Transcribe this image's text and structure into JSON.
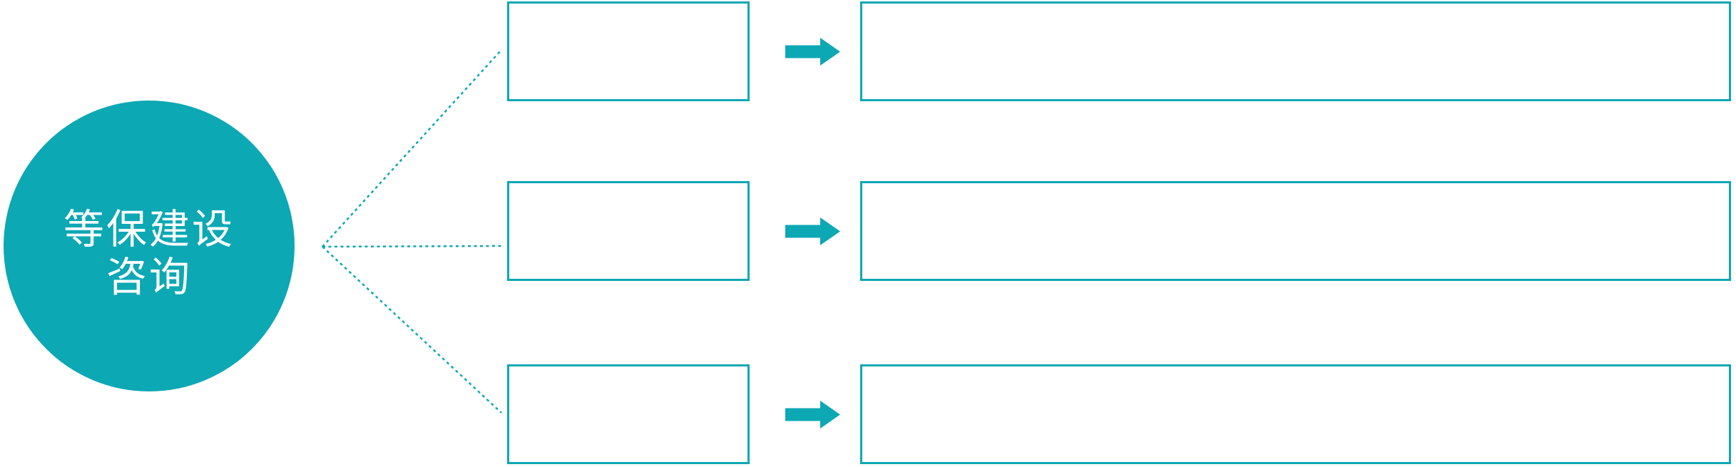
{
  "diagram": {
    "type": "flow",
    "colors": {
      "accent": "#0CA8B4",
      "root_text": "#FFFFFF",
      "background": "#FFFFFF"
    },
    "root": {
      "label_line1": "等保建设",
      "label_line2": "咨询",
      "shape": "circle"
    },
    "branches": [
      {
        "category_label": "",
        "detail_label": "",
        "connector": "dotted-line",
        "arrow_icon": "right-block-arrow"
      },
      {
        "category_label": "",
        "detail_label": "",
        "connector": "dotted-line",
        "arrow_icon": "right-block-arrow"
      },
      {
        "category_label": "",
        "detail_label": "",
        "connector": "dotted-line",
        "arrow_icon": "right-block-arrow"
      }
    ]
  }
}
